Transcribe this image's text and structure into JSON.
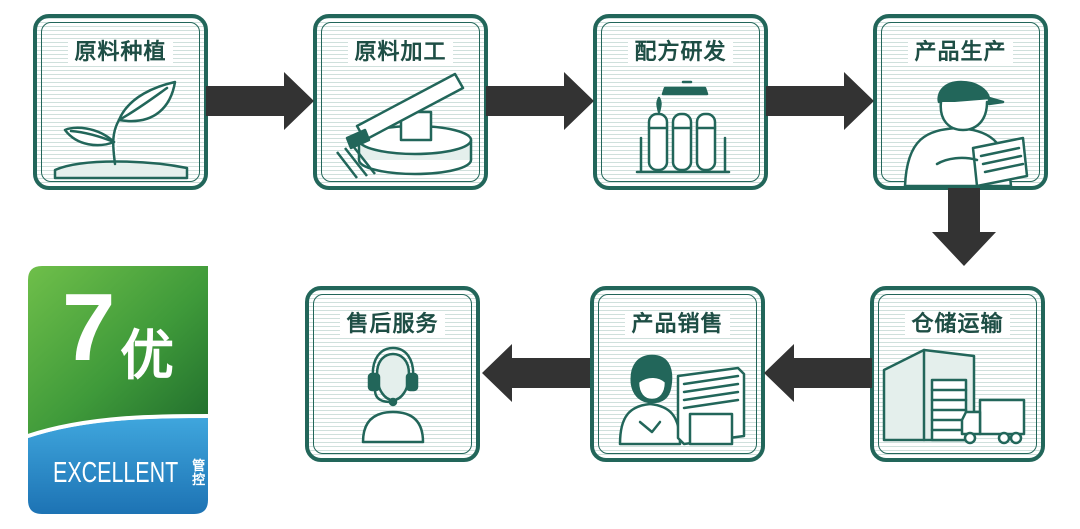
{
  "steps": [
    {
      "label": "原料种植",
      "icon": "seedling-icon"
    },
    {
      "label": "原料加工",
      "icon": "processing-machine-icon"
    },
    {
      "label": "配方研发",
      "icon": "test-tubes-icon"
    },
    {
      "label": "产品生产",
      "icon": "factory-worker-icon"
    },
    {
      "label": "仓储运输",
      "icon": "warehouse-truck-icon"
    },
    {
      "label": "产品销售",
      "icon": "sales-clerk-icon"
    },
    {
      "label": "售后服务",
      "icon": "headset-agent-icon"
    }
  ],
  "logo": {
    "numeral": "7",
    "character": "优",
    "word": "EXCELLENT",
    "side_1": "管",
    "side_2": "控"
  },
  "colors": {
    "frame": "#22665a",
    "stripe": "#cfe0dc",
    "arrow": "#333333",
    "logo_green": "#3f9a3a",
    "logo_blue": "#2f8fcb"
  }
}
